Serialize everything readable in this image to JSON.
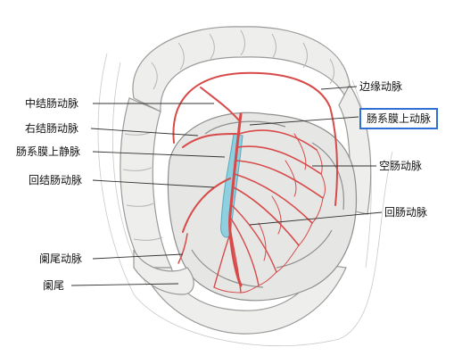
{
  "labels": {
    "middle_colic_artery": "中结肠动脉",
    "right_colic_artery": "右结肠动脉",
    "superior_mesenteric_vein": "肠系膜上静脉",
    "ileocolic_artery": "回结肠动脉",
    "appendicular_artery": "阑尾动脉",
    "appendix": "阑尾",
    "marginal_artery": "边缘动脉",
    "superior_mesenteric_artery": "肠系膜上动脉",
    "jejunal_arteries": "空肠动脉",
    "ileal_arteries": "回肠动脉"
  },
  "colors": {
    "artery": "#d84a4a",
    "vein": "#8fd0e0",
    "bowel_fill": "#eeeeec",
    "bowel_stroke": "#9a9a9a",
    "highlight_box": "#2f6fd6",
    "leader_line": "#333333"
  }
}
